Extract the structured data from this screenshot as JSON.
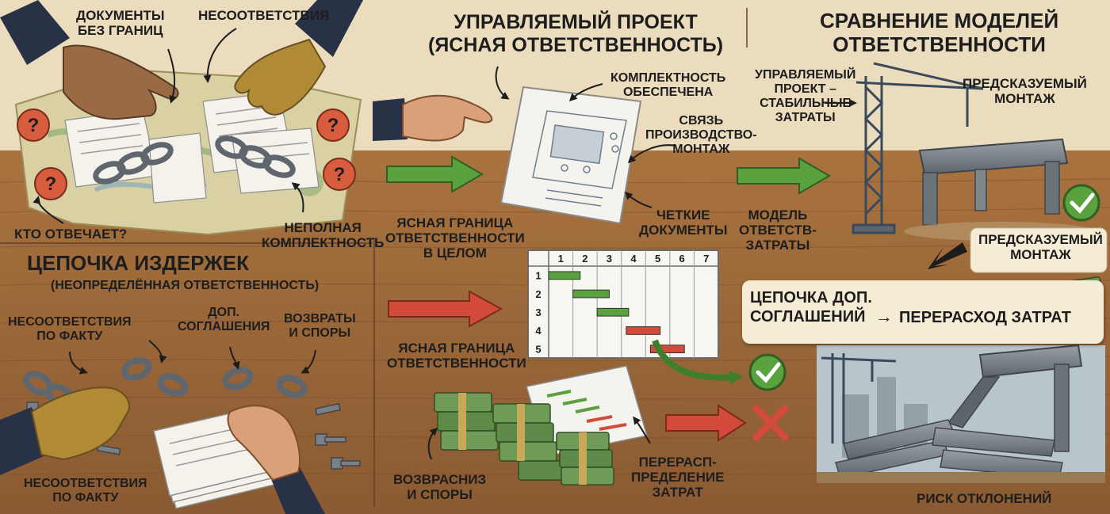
{
  "panel_top_left": {
    "documents_no_bounds": "ДОКУМЕНТЫ\nБЕЗ ГРАНИЦ",
    "nonconformities": "НЕСООТВЕТСТВИЯ",
    "who_answers": "КТО ОТВЕЧАЕТ?",
    "incomplete": "НЕПОЛНАЯ\nКОМПЛЕКТНОСТЬ"
  },
  "panel_top_center": {
    "title": "УПРАВЛЯЕМЫЙ ПРОЕКТ\n(ЯСНАЯ ОТВЕТСТВЕННОСТЬ)",
    "completeness": "КОМПЛЕКТНОСТЬ\nОБЕСПЕЧЕНА",
    "link": "СВЯЗЬ\nПРОИЗВОДСТВО-\nМОНТАЖ",
    "clear_docs": "ЧЕТКИЕ\nДОКУМЕНТЫ"
  },
  "panel_top_right": {
    "title": "СРАВНЕНИЕ МОДЕЛЕЙ\nОТВЕТСТВЕННОСТИ",
    "managed_stable": "УПРАВЛЯЕМЫЙ\nПРОЕКТ –\nСТАБИЛЬНЫЕ\nЗАТРАТЫ",
    "predictable": "ПРЕДСКАЗУЕМЫЙ\nМОНТАЖ",
    "model": "МОДЕЛЬ\nОТВЕТСТВ-\nЗАТРАТЫ",
    "predictable2": "ПРЕДСКАЗУЕМЫЙ\nМОНТАЖ"
  },
  "panel_bottom_left": {
    "title": "ЦЕПОЧКА ИЗДЕРЖЕК",
    "subtitle": "(НЕОПРЕДЕЛЁННАЯ ОТВЕТСТВЕННОСТЬ)",
    "nonconf_fact": "НЕСООТВЕТСТВИЯ\nПО ФАКТУ",
    "addenda": "ДОП.\nСОГЛАШЕНИЯ",
    "returns": "ВОЗВРАТЫ\nИ СПОРЫ",
    "nonconf_fact2": "НЕСООТВЕТСТВИЯ\nПО ФАКТУ"
  },
  "panel_bottom_center": {
    "clear_boundary_whole": "ЯСНАЯ ГРАНИЦА\nОТВЕТСТВЕННОСТИ\nВ ЦЕЛОМ",
    "clear_boundary": "ЯСНАЯ ГРАНИЦА\nОТВЕТСТВЕННОСТИ",
    "returns_disputes": "ВОЗВРАСНИЗ\nИ СПОРЫ",
    "redistribution": "ПЕРЕРАСП-\nПРЕДЕЛЕНИЕ\nЗАТРАТ"
  },
  "panel_bottom_right": {
    "chain_addenda": "ЦЕПОЧКА ДОП.\nСОГЛАШЕНИЙ",
    "arrow_glyph": "→",
    "overrun": "ПЕРЕРАСХОД ЗАТРАТ",
    "deviation_risk": "РИСК ОТКЛОНЕНИЙ"
  },
  "gantt": {
    "columns": [
      "1",
      "2",
      "3",
      "4",
      "5",
      "6",
      "7"
    ],
    "rows": [
      "1",
      "2",
      "3",
      "4",
      "5"
    ],
    "bars": [
      {
        "row": 1,
        "start": 1,
        "end": 2.3,
        "color": "#5aa23e"
      },
      {
        "row": 2,
        "start": 2,
        "end": 3.5,
        "color": "#5aa23e"
      },
      {
        "row": 3,
        "start": 3,
        "end": 4.3,
        "color": "#5aa23e"
      },
      {
        "row": 4,
        "start": 4.2,
        "end": 5.6,
        "color": "#d24b3a"
      },
      {
        "row": 5,
        "start": 5.2,
        "end": 6.6,
        "color": "#d24b3a"
      }
    ]
  },
  "icons": {
    "question": "?"
  },
  "colors": {
    "green": "#5aa23e",
    "red": "#d24b3a",
    "paper": "#f5ecd5",
    "wood": "#9a673d",
    "wall": "#eadcbc"
  }
}
